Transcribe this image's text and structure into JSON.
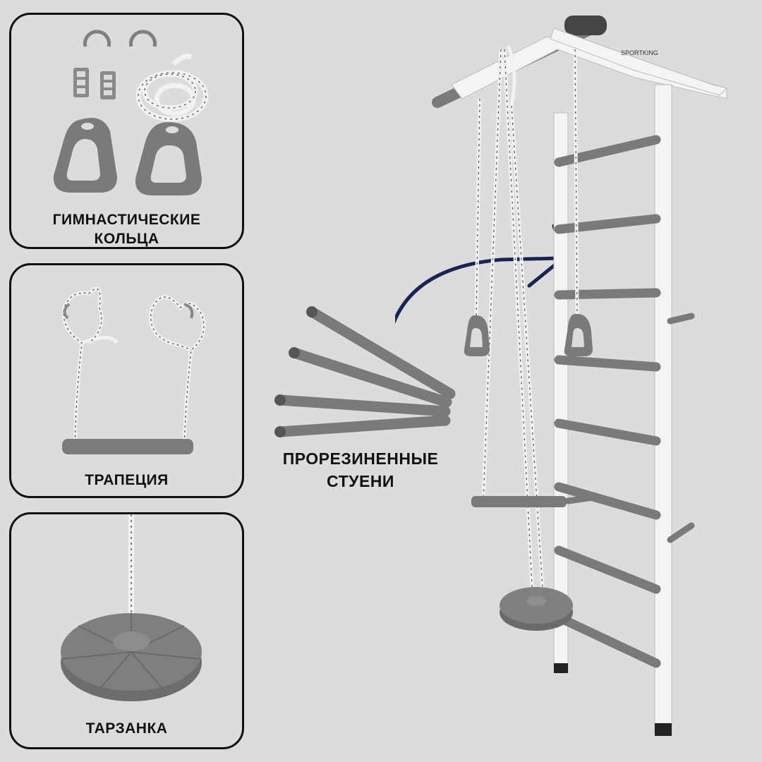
{
  "panels": [
    {
      "label_lines": [
        "ГИМНАСТИЧЕСКИЕ",
        "КОЛЬЦА"
      ]
    },
    {
      "label_lines": [
        "ТРАПЕЦИЯ"
      ]
    },
    {
      "label_lines": [
        "ТАРЗАНКА"
      ]
    }
  ],
  "feature": {
    "label_lines": [
      "ПРОРЕЗИНЕННЫЕ",
      "СТУЕНИ"
    ]
  },
  "brand": {
    "logo_text": "SPORTKING"
  },
  "colors": {
    "background": "#dcdcdc",
    "border": "#111111",
    "gray_part": "#7d7d7d",
    "frame_white": "#f4f4f4",
    "arrow": "#1a2452"
  }
}
